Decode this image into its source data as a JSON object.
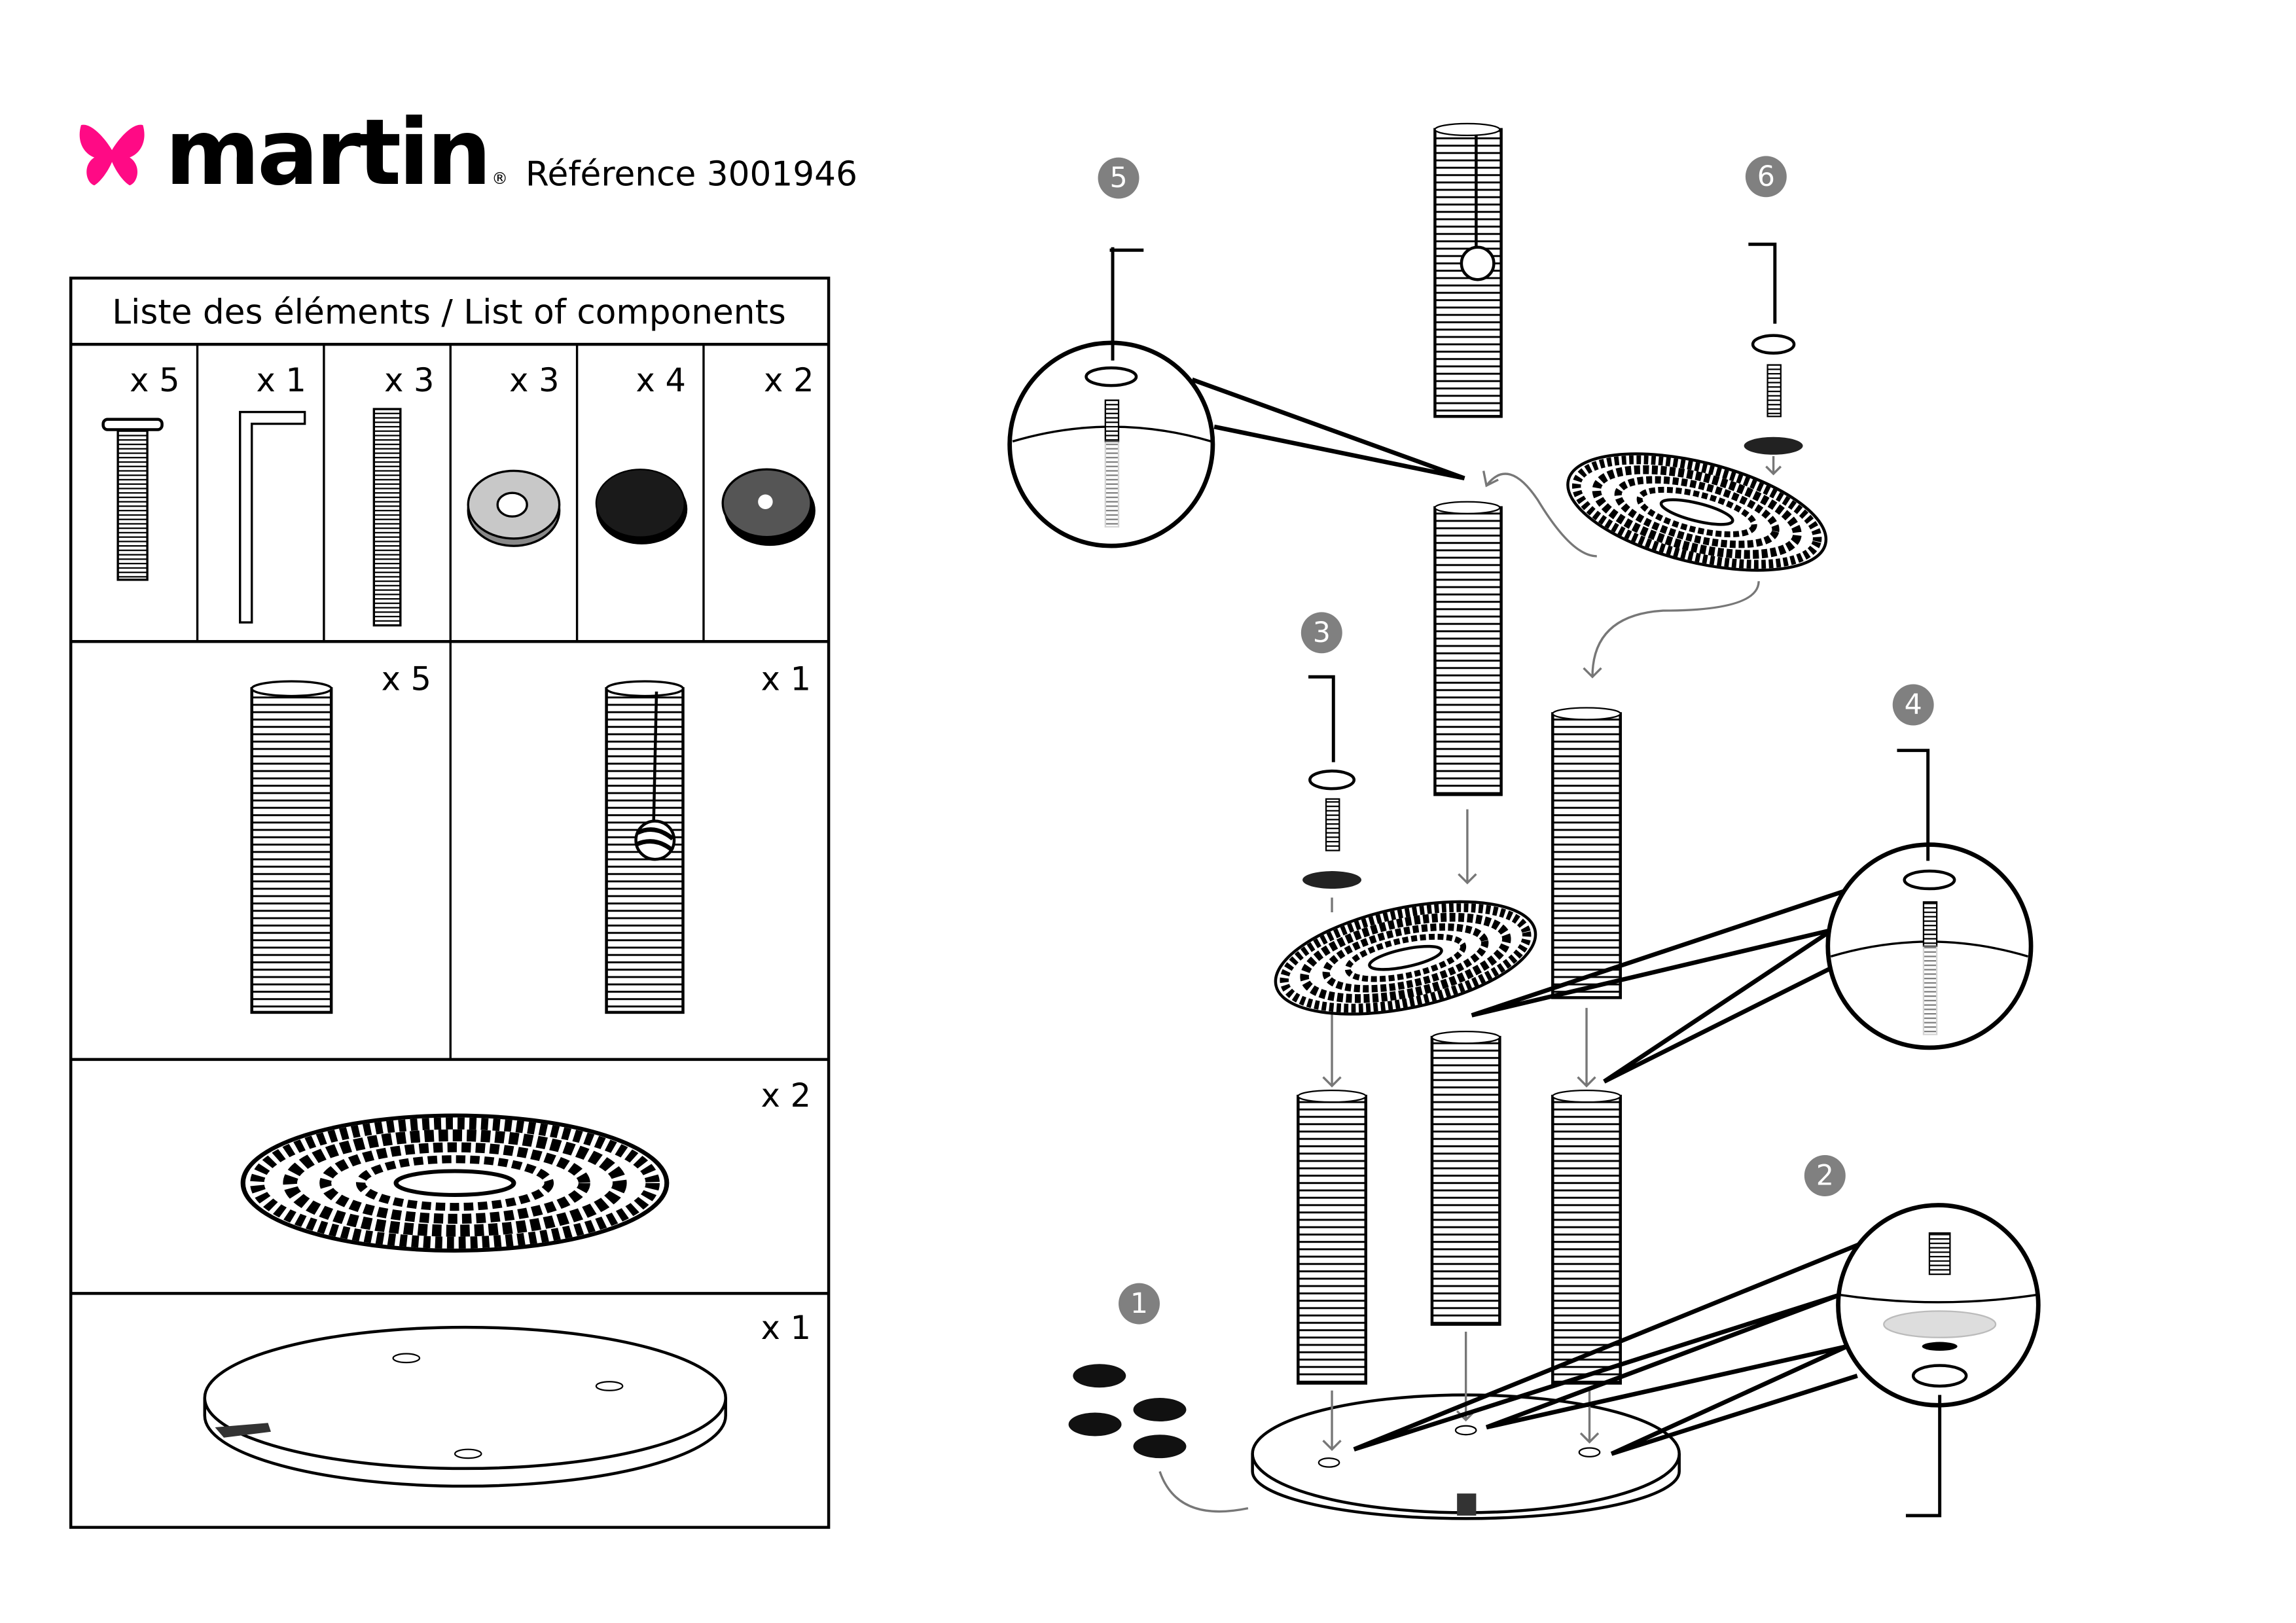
{
  "header": {
    "brand": "martin",
    "registered": "®",
    "reference": "Référence 3001946",
    "brand_color": "#ff0a85"
  },
  "components": {
    "title": "Liste des éléments / List of components",
    "row1": [
      {
        "item": "bolt",
        "qty": "x 5"
      },
      {
        "item": "allen-key",
        "qty": "x 1"
      },
      {
        "item": "threaded-rod",
        "qty": "x 3"
      },
      {
        "item": "washer",
        "qty": "x 3"
      },
      {
        "item": "felt-pad",
        "qty": "x 4"
      },
      {
        "item": "rubber-washer",
        "qty": "x 2"
      }
    ],
    "row2": [
      {
        "item": "sisal-post",
        "qty": "x 5"
      },
      {
        "item": "sisal-post-with-toy",
        "qty": "x 1"
      }
    ],
    "row3": [
      {
        "item": "woven-platform",
        "qty": "x 2"
      }
    ],
    "row4": [
      {
        "item": "base-plate",
        "qty": "x 1"
      }
    ]
  },
  "steps": [
    "1",
    "2",
    "3",
    "4",
    "5",
    "6"
  ]
}
